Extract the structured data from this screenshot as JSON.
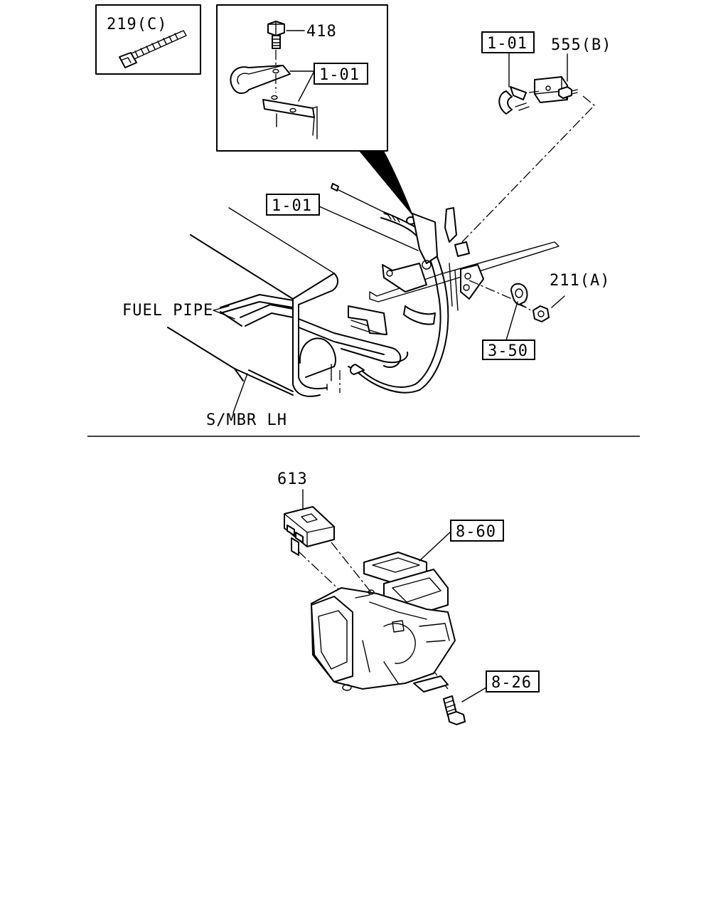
{
  "callouts": {
    "tie_219c": "219(C)",
    "bolt_418": "418",
    "ref_101_detail": "1-01",
    "ref_101_top": "1-01",
    "clip_555b": "555(B)",
    "ref_101_main": "1-01",
    "nut_211a": "211(A)",
    "ref_350": "3-50",
    "fuel_pipe": "FUEL PIPE",
    "side_member": "S/MBR LH",
    "part_613": "613",
    "ref_860": "8-60",
    "ref_826": "8-26"
  }
}
